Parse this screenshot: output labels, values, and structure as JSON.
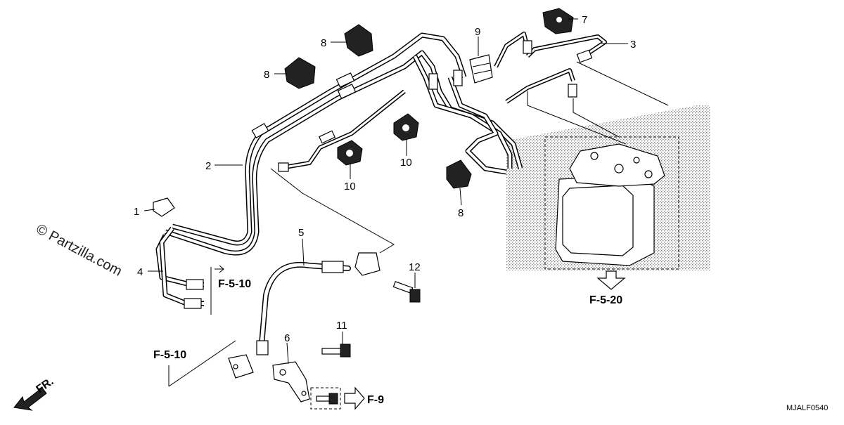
{
  "watermark": "© Partzilla.com",
  "diagram_code": "MJALF0540",
  "front_marker": "FR.",
  "refs": {
    "f510_upper": "F-5-10",
    "f510_lower": "F-5-10",
    "f520": "F-5-20",
    "f9": "F-9"
  },
  "callouts": {
    "c1": "1",
    "c2": "2",
    "c3": "3",
    "c4": "4",
    "c5": "5",
    "c6": "6",
    "c7": "7",
    "c8a": "8",
    "c8b": "8",
    "c8c": "8",
    "c9": "9",
    "c10a": "10",
    "c10b": "10",
    "c11": "11",
    "c12": "12"
  },
  "colors": {
    "line": "#000000",
    "shade": "#9a9a9a"
  }
}
